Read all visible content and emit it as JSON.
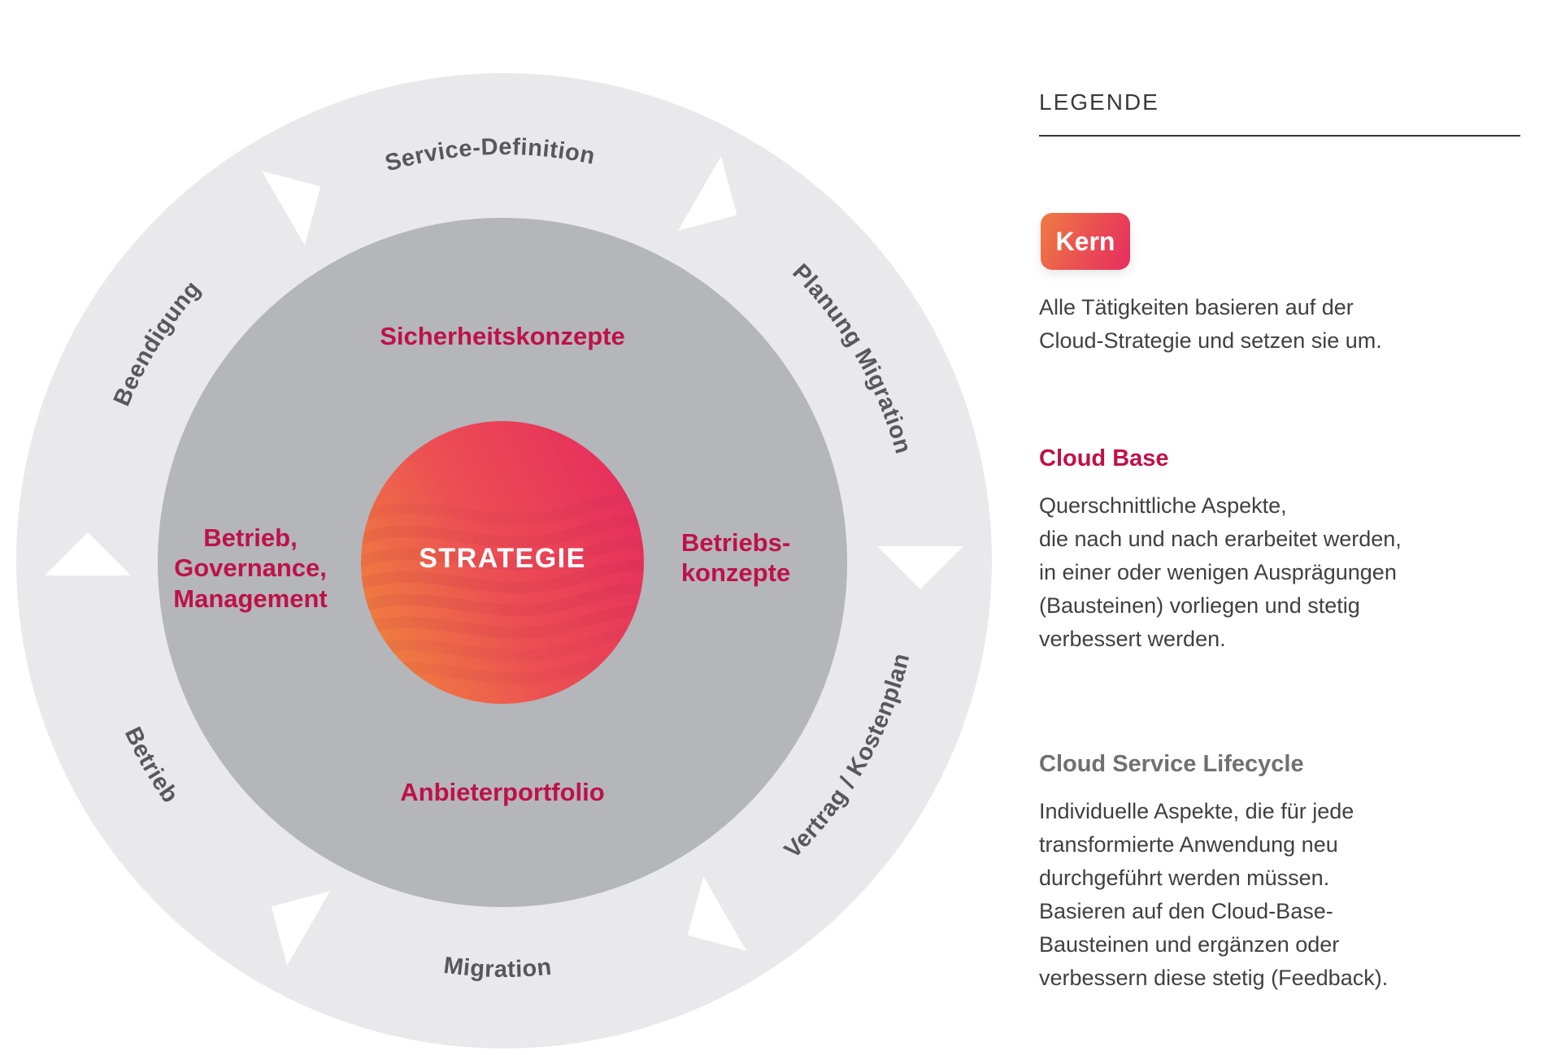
{
  "diagram": {
    "center_label": "STRATEGIE",
    "outer_ring_labels": {
      "top": "Service-Definition",
      "top_right": "Planung Migration",
      "bottom_right": "Vertrag / Kostenplan",
      "bottom": "Migration",
      "bottom_left": "Betrieb",
      "top_left": "Beendigung"
    },
    "middle_ring_labels": {
      "top": "Sicherheitskonzepte",
      "right_line1": "Betriebs-",
      "right_line2": "konzepte",
      "bottom": "Anbieterportfolio",
      "left_line1": "Betrieb,",
      "left_line2": "Governance,",
      "left_line3": "Management"
    }
  },
  "legend": {
    "title": "LEGENDE",
    "core": {
      "badge_label": "Kern",
      "description": "Alle Tätigkeiten basieren auf der\nCloud-Strategie und setzen sie um."
    },
    "cloud_base": {
      "title": "Cloud Base",
      "description": "Querschnittliche Aspekte,\ndie nach und nach erarbeitet werden,\nin einer oder wenigen Ausprägungen\n(Bausteinen) vorliegen und stetig\nverbessert werden."
    },
    "cloud_service_lifecycle": {
      "title": "Cloud Service Lifecycle",
      "description": "Individuelle Aspekte, die für jede\ntransformierte Anwendung neu\ndurchgeführt werden müssen.\nBasieren auf den Cloud-Base-\nBausteinen und ergänzen oder\nverbessern diese stetig (Feedback)."
    }
  },
  "colors": {
    "accent_red": "#bf1149",
    "gradient_orange": "#ef7c42",
    "gradient_pink": "#e62d5e",
    "outer_ring_fill": "#e9e9eb",
    "middle_ring_fill": "#b4b6ba",
    "outer_label_gray": "#58585a",
    "lifecycle_heading_gray": "#707073",
    "body_text": "#404042",
    "arrow_white": "#ffffff"
  }
}
